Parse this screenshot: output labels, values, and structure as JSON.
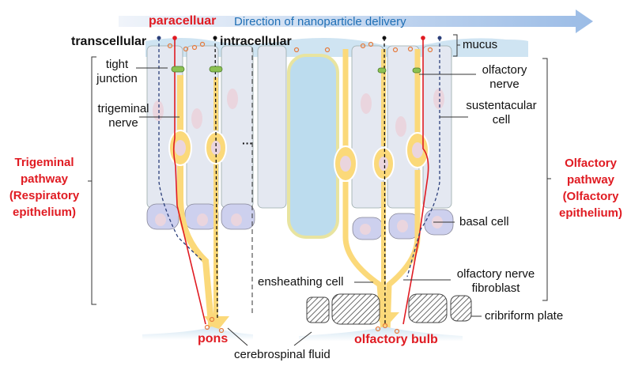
{
  "arrow_banner": {
    "label": "Direction of nanoparticle delivery"
  },
  "routes": {
    "paracellular": "paracelluar",
    "transcellular": "transcellular",
    "intracellular": "intracellular"
  },
  "left_labels": {
    "tight_junction": [
      "tight",
      "junction"
    ],
    "trigeminal_nerve": [
      "trigeminal",
      "nerve"
    ],
    "pathway": [
      "Trigeminal",
      "pathway",
      "(Respiratory",
      "epithelium)"
    ]
  },
  "right_labels": {
    "mucus": "mucus",
    "olfactory_nerve": [
      "olfactory",
      "nerve"
    ],
    "sustentacular_cell": [
      "sustentacular",
      "cell"
    ],
    "pathway": [
      "Olfactory",
      "pathway",
      "(Olfactory",
      "epithelium)"
    ],
    "basal_cell": "basal cell",
    "olfactory_nerve_fibroblast": [
      "olfactory nerve",
      "fibroblast"
    ],
    "cribriform_plate": "cribriform plate"
  },
  "bottom_labels": {
    "ensheathing_cell": "ensheathing cell",
    "pons": "pons",
    "olfactory_bulb": "olfactory bulb",
    "cerebrospinal_fluid": "cerebrospinal fluid"
  },
  "colors": {
    "pathway_red": "#e01b22",
    "banner_blue": "#1f6fb5",
    "mucus": "#cfe4f2",
    "cell": "#e4e8f1",
    "basal": "#cdd0ee",
    "nerve": "#fbd97a",
    "nucleus": "#ead5de",
    "transcellular_line": "#2b3f7a",
    "particle": "#e57a3c",
    "tight_junction": "#8cc152"
  }
}
